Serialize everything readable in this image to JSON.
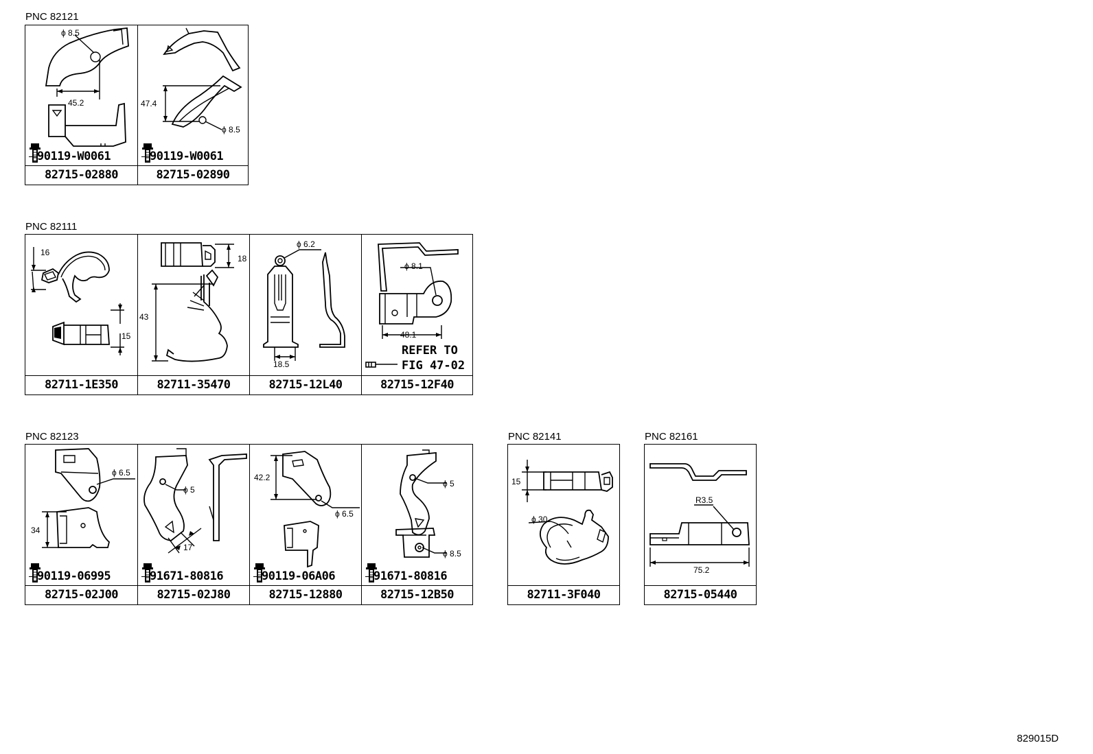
{
  "figure_id": "829015D",
  "groups": [
    {
      "pnc_label": "PNC 82121",
      "cells": [
        {
          "part_no": "82715-02880",
          "bolt": "90119-W0061",
          "dims": [
            "ϕ 8.5",
            "45.2"
          ]
        },
        {
          "part_no": "82715-02890",
          "bolt": "90119-W0061",
          "dims": [
            "47.4",
            "ϕ 8.5"
          ]
        }
      ]
    },
    {
      "pnc_label": "PNC 82111",
      "cells": [
        {
          "part_no": "82711-1E350",
          "dims": [
            "16",
            "15"
          ]
        },
        {
          "part_no": "82711-35470",
          "dims": [
            "18",
            "43"
          ]
        },
        {
          "part_no": "82715-12L40",
          "dims": [
            "ϕ 6.2",
            "18.5"
          ]
        },
        {
          "part_no": "82715-12F40",
          "dims": [
            "ϕ 8.1",
            "48.1"
          ],
          "refer_line1": "REFER TO",
          "refer_line2": "FIG 47-02"
        }
      ]
    },
    {
      "pnc_label": "PNC 82123",
      "cells": [
        {
          "part_no": "82715-02J00",
          "bolt": "90119-06995",
          "dims": [
            "ϕ 6.5",
            "34"
          ]
        },
        {
          "part_no": "82715-02J80",
          "bolt": "91671-80816",
          "dims": [
            "ϕ 5",
            "17"
          ]
        },
        {
          "part_no": "82715-12880",
          "bolt": "90119-06A06",
          "dims": [
            "42.2",
            "ϕ 6.5"
          ]
        },
        {
          "part_no": "82715-12B50",
          "bolt": "91671-80816",
          "dims": [
            "ϕ 5",
            "ϕ 8.5"
          ]
        }
      ]
    },
    {
      "pnc_label": "PNC 82141",
      "cells": [
        {
          "part_no": "82711-3F040",
          "dims": [
            "15",
            "ϕ 30"
          ]
        }
      ]
    },
    {
      "pnc_label": "PNC 82161",
      "cells": [
        {
          "part_no": "82715-05440",
          "dims": [
            "R3.5",
            "75.2"
          ]
        }
      ]
    }
  ]
}
